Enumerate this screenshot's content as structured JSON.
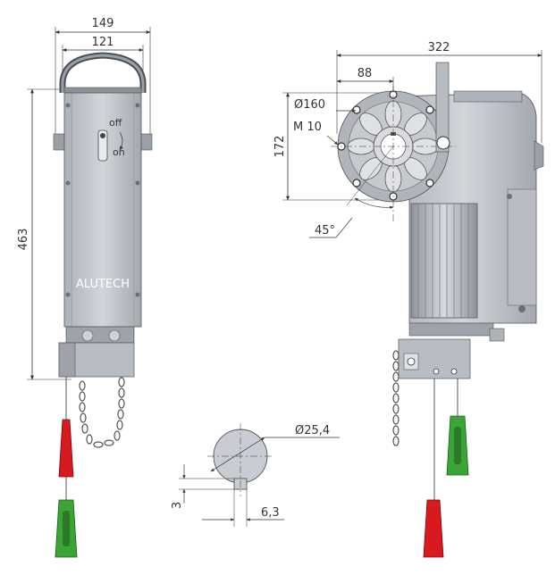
{
  "dimensions": {
    "width_149": "149",
    "width_121": "121",
    "height_463": "463",
    "length_322": "322",
    "offset_88": "88",
    "diameter_160": "Ø160",
    "thread_m10": "M 10",
    "height_172": "172",
    "angle_45": "45°",
    "shaft_diameter": "Ø25,4",
    "key_height": "3",
    "key_width": "6,3"
  },
  "labels": {
    "switch_off": "off",
    "switch_on": "on",
    "brand": "ALUTECH"
  },
  "colors": {
    "housing": "#c9ccd2",
    "housing_dark": "#9ea3ab",
    "handle_red": "#d71920",
    "handle_green": "#3aa535",
    "line": "#333333"
  }
}
